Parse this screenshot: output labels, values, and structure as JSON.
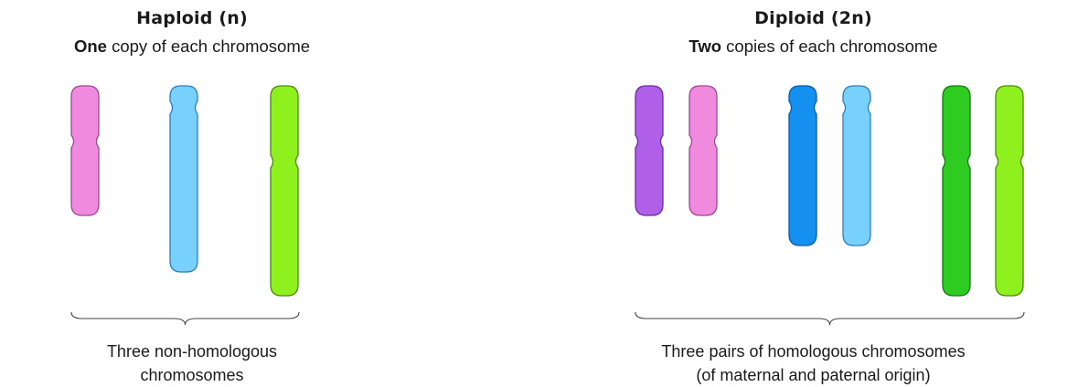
{
  "haploid": {
    "title": "Haploid (n)",
    "subtitle_bold": "One",
    "subtitle_rest": " copy of each chromosome",
    "caption_line1": "Three non-homologous",
    "caption_line2": "chromosomes"
  },
  "diploid": {
    "title": "Diploid (2n)",
    "subtitle_bold": "Two",
    "subtitle_rest": " copies of each chromosome",
    "caption_line1": "Three pairs of homologous chromosomes",
    "caption_line2": "(of maternal and paternal origin)"
  },
  "colors": {
    "pink": "#f08ade",
    "pink_stroke": "#a3439a",
    "purple": "#b060e8",
    "purple_stroke": "#6a2aa0",
    "light_blue": "#78d0fc",
    "light_blue_stroke": "#2c7fb8",
    "blue": "#1490f0",
    "blue_stroke": "#0a5aa8",
    "lime": "#8ef01c",
    "lime_stroke": "#4a8a0a",
    "green": "#2ecc20",
    "green_stroke": "#177a12",
    "brace": "#444444"
  }
}
